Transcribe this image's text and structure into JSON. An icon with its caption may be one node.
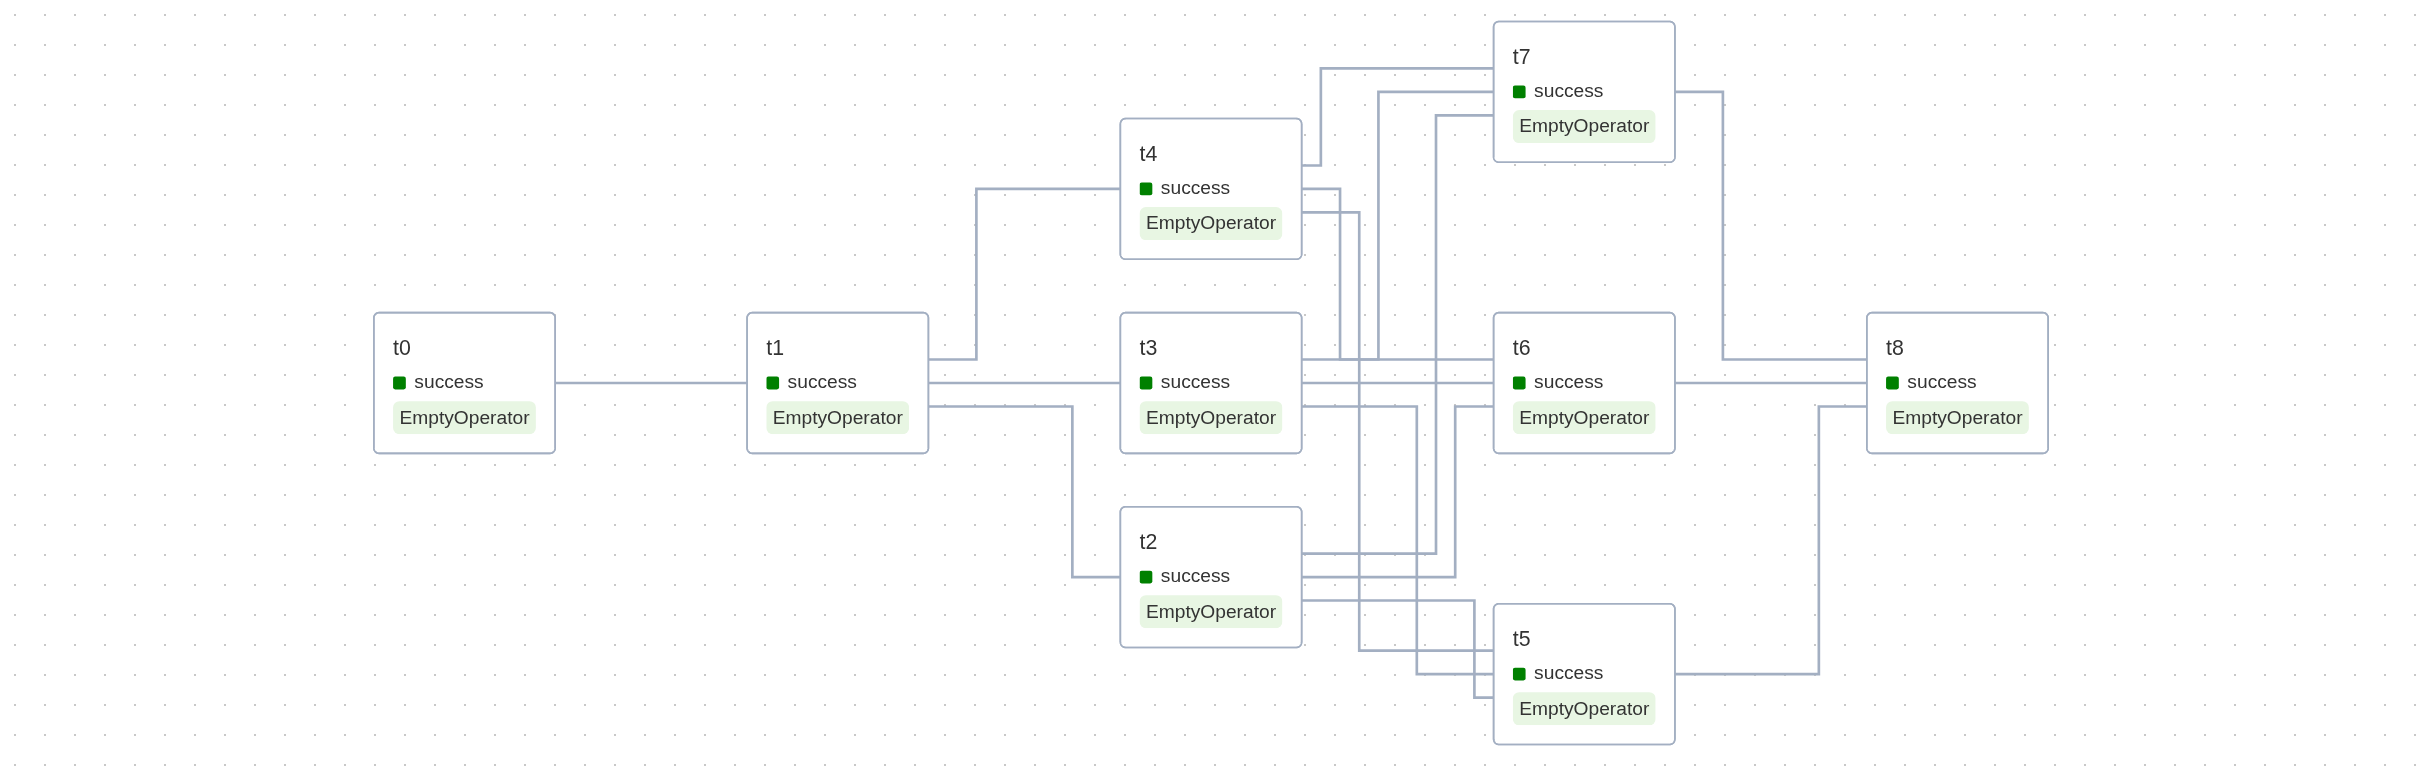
{
  "diagram": {
    "nodes": [
      {
        "text": [
          "t0",
          "success",
          "EmptyOperator"
        ]
      },
      {
        "text": [
          "t1",
          "success",
          "EmptyOperator"
        ]
      },
      {
        "text": [
          "t4",
          "success",
          "EmptyOperator"
        ]
      },
      {
        "text": [
          "t3",
          "success",
          "EmptyOperator"
        ]
      },
      {
        "text": [
          "t2",
          "success",
          "EmptyOperator"
        ]
      },
      {
        "text": [
          "t7",
          "success",
          "EmptyOperator"
        ]
      },
      {
        "text": [
          "t6",
          "success",
          "EmptyOperator"
        ]
      },
      {
        "text": [
          "t5",
          "success",
          "EmptyOperator"
        ]
      },
      {
        "text": [
          "t8",
          "success",
          "EmptyOperator"
        ]
      }
    ],
    "edges": [
      {
        "from": 0,
        "to": 1,
        "arrow": "none"
      },
      {
        "from": 1,
        "to": 2,
        "arrow": "none"
      },
      {
        "from": 1,
        "to": 3,
        "arrow": "none"
      },
      {
        "from": 1,
        "to": 4,
        "arrow": "none"
      },
      {
        "from": 2,
        "to": 5,
        "arrow": "none"
      },
      {
        "from": 2,
        "to": 6,
        "arrow": "none"
      },
      {
        "from": 2,
        "to": 7,
        "arrow": "none"
      },
      {
        "from": 3,
        "to": 5,
        "arrow": "none"
      },
      {
        "from": 3,
        "to": 6,
        "arrow": "none"
      },
      {
        "from": 3,
        "to": 7,
        "arrow": "none"
      },
      {
        "from": 4,
        "to": 5,
        "arrow": "none"
      },
      {
        "from": 4,
        "to": 6,
        "arrow": "none"
      },
      {
        "from": 4,
        "to": 7,
        "arrow": "none"
      },
      {
        "from": 5,
        "to": 8,
        "arrow": "none"
      },
      {
        "from": 6,
        "to": 8,
        "arrow": "none"
      },
      {
        "from": 7,
        "to": 8,
        "arrow": "none"
      }
    ]
  }
}
